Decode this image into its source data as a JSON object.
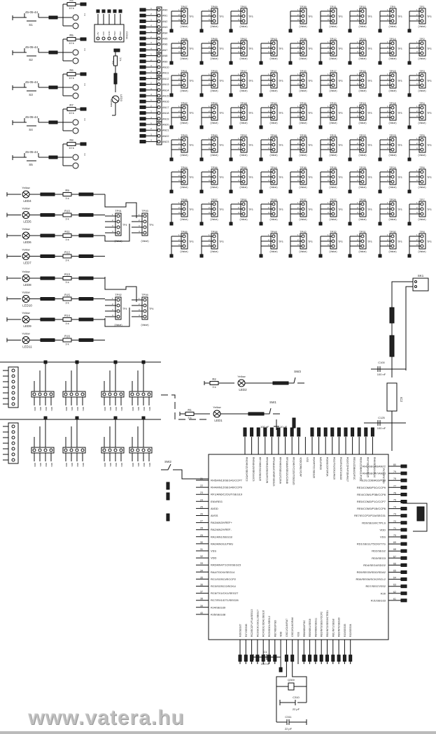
{
  "switches": [
    {
      "name": "S1",
      "part": "45-05-44",
      "res": "R4",
      "value": "10 k"
    },
    {
      "name": "S2",
      "part": "45-05-44",
      "res": "R5",
      "value": "10 k"
    },
    {
      "name": "S3",
      "part": "45-05-44",
      "res": "R6",
      "value": "10 k"
    },
    {
      "name": "S4",
      "part": "45-05-44",
      "res": "R7",
      "value": "10 k"
    },
    {
      "name": "S5",
      "part": "45-05-44",
      "res": "R8",
      "value": "10 k"
    }
  ],
  "con1": {
    "name": "CON1",
    "pins": [
      "+5V",
      "VCC",
      "GND",
      "PGD",
      "PGC"
    ]
  },
  "led3": {
    "name": "LED3",
    "color": "Green",
    "res": "R3",
    "value": "1 k"
  },
  "header": {
    "pins": [
      "AN0",
      "AN1",
      "AN2",
      "AN3",
      "AN4",
      "AN5",
      "AN6",
      "AN7",
      "AN8",
      "AN9",
      "AN10",
      "AN11",
      "AN12",
      "AN13",
      "AN14",
      "AN15",
      "AN16",
      "AN17",
      "AN18",
      "AN19",
      "AN20",
      "AN21",
      "AN22",
      "AN23"
    ]
  },
  "tp_grid": {
    "type": "TP3",
    "value": "(Value)",
    "rows": [
      [
        "TP67",
        "TP69",
        "TP61",
        "",
        "TP39",
        "TP11",
        "TP10",
        "TP9",
        "TP1"
      ],
      [
        "TP68",
        "TP65",
        "TP62",
        "TP43",
        "TP38",
        "TP12",
        "TP13",
        "TP14",
        "TP2"
      ],
      [
        "TP61",
        "TP53",
        "TP47",
        "TP41",
        "TP33",
        "TP17",
        "TP16",
        "TP15",
        "TP3"
      ],
      [
        "TP62",
        "TP54",
        "TP48",
        "TP40",
        "TP34",
        "TP20",
        "TP19",
        "TP18",
        "TP4"
      ],
      [
        "TP63",
        "TP60",
        "TP52",
        "TP46",
        "TP35",
        "TP21",
        "TP22",
        "TP23",
        "TP5"
      ],
      [
        "TP64",
        "TP56",
        "TP50",
        "TP44",
        "TP36",
        "TP26",
        "TP25",
        "TP24",
        "TP6"
      ],
      [
        "TP66",
        "TP57",
        "TP51",
        "TP45",
        "TP37",
        "TP27",
        "TP28",
        "TP29",
        "TP7"
      ],
      [
        "TP66",
        "TP58",
        "",
        "TP49",
        "TP42",
        "TP32",
        "TP31",
        "TP30",
        "TP8"
      ]
    ]
  },
  "leds": [
    {
      "name": "LED4",
      "color": "Yellow",
      "res": "R9",
      "value": "3 k"
    },
    {
      "name": "LED5",
      "color": "Yellow",
      "res": "R10",
      "value": "3 k"
    },
    {
      "name": "LED6",
      "color": "Yellow",
      "res": "R11",
      "value": "3 k"
    },
    {
      "name": "LED7",
      "color": "Yellow",
      "res": "R12",
      "value": "3 k"
    },
    {
      "name": "LED8",
      "color": "Yellow",
      "res": "R13",
      "value": "3 k"
    },
    {
      "name": "LED10",
      "color": "Yellow",
      "res": "R15",
      "value": "3 k"
    },
    {
      "name": "LED9",
      "color": "Yellow",
      "res": "R14",
      "value": "3 k"
    },
    {
      "name": "LED11",
      "color": "Yellow",
      "res": "R16",
      "value": "3 k"
    }
  ],
  "led_headers": [
    {
      "name": "TP91",
      "type": "TP4",
      "value": "(Value)"
    },
    {
      "name": "TP93",
      "type": "TP4",
      "value": "(Value)"
    },
    {
      "name": "TP92",
      "type": "TP4",
      "value": "(Value)"
    },
    {
      "name": "TP94",
      "type": "TP4",
      "value": "(Value)"
    }
  ],
  "status_leds": [
    {
      "name": "LED2",
      "color": "Yellow",
      "res": "R2",
      "value": "3 k",
      "switch": "SW3"
    },
    {
      "name": "LED1",
      "color": "Yellow",
      "res": "R1",
      "value": "3 k",
      "switch": "SW1"
    }
  ],
  "caps": {
    "c2": "100 nF",
    "c2b": "10 uF",
    "c1": "C1",
    "c1v": "100 nF",
    "c100": "C100",
    "c100v": "100 nF",
    "c125": "C125",
    "c125v": "100 nF",
    "c310": "C310",
    "c310v": "22 pF",
    "c311": "C311",
    "c311v": "22 pF",
    "q": "Q300"
  },
  "sw2": "SW2",
  "sk1": "SK1",
  "ic2": "IC2",
  "mcu": {
    "name": "PIC18F87J90",
    "left": [
      [
        "21",
        "RH5/AN13/SEG41/CCP7"
      ],
      [
        "22",
        "RH4/AN12/SEG40/CCP9"
      ],
      [
        "23",
        "RF1/AN6/C2OUT/SEG19"
      ],
      [
        "24",
        "ENVREG"
      ],
      [
        "25",
        "AVDD"
      ],
      [
        "26",
        "AVSS"
      ],
      [
        "27",
        "RA3/AN3/VREF+"
      ],
      [
        "28",
        "RA2/AN2/VREF-"
      ],
      [
        "29",
        "RA1/AN1/SEG18"
      ],
      [
        "30",
        "RA0/AN0/ULPWU"
      ],
      [
        "31",
        "VSS"
      ],
      [
        "32",
        "VDD"
      ],
      [
        "33",
        "RA5/AN4/T1CKI/SEG15"
      ],
      [
        "34",
        "RA4/T0CKI/SEG14"
      ],
      [
        "35",
        "RC1/SOSCI/ECCP2"
      ],
      [
        "36",
        "RC0/SOSCO/SCKLI"
      ],
      [
        "37",
        "RC6/TX1/CK1/SEG27"
      ],
      [
        "38",
        "RC7/RX1/DT1/SEG28"
      ],
      [
        "39",
        "RJ4/SEG39"
      ],
      [
        "40",
        "RJ5/SEG38"
      ]
    ],
    "right": [
      [
        "80",
        "RH1/SEG46/AN22"
      ],
      [
        "79",
        "RH0/SEG47/AN23"
      ],
      [
        "78",
        "RE2/LCDBIAS3/P2B"
      ],
      [
        "77",
        "RE3/COM0/P3C/CCP9"
      ],
      [
        "76",
        "RE4/COM1/P3B/CCP8"
      ],
      [
        "75",
        "RE5/COM2/P1C/CCP7"
      ],
      [
        "74",
        "RE6/COM3/P1B/CCP6"
      ],
      [
        "73",
        "RE7/ECCP2/P2A/SEG31"
      ],
      [
        "72",
        "RD0/SEG0/CTPLS"
      ],
      [
        "71",
        "VDD"
      ],
      [
        "70",
        "VSS"
      ],
      [
        "69",
        "RD1/SEG1/T5CKI/T7G"
      ],
      [
        "68",
        "RD2/SEG2"
      ],
      [
        "67",
        "RD3/SEG3"
      ],
      [
        "66",
        "RD4/SEG4/SDO2"
      ],
      [
        "65",
        "RD5/SEG5/SDI2/SDA2"
      ],
      [
        "64",
        "RD6/SEG6/SCK2/SCL2"
      ],
      [
        "63",
        "RD7/SEG7/SS2"
      ],
      [
        "62",
        "RJ0"
      ],
      [
        "61",
        "RJ1/SEG33"
      ]
    ],
    "top": [
      "RH2/AN21/SEG45/C3",
      "RH3/AN20/SEG44/C3",
      "RF7/AN5/SS1/SEG25",
      "RF6/AN11/SEG24/C1IN",
      "RF5/AN10/CVREF/SEG23",
      "RF4/AN9/SEG22/C2INA",
      "RF3/AN8/SEG21/C2INB",
      "RF2/AN7/C1OUT/SEG20",
      "VDDCORE/VCAP",
      "VSS",
      "RG4/RTCC/SEG26",
      "MCLR/RG5",
      "RG0/ECCP3/P3A",
      "RG1/TX2/CK2/AN19",
      "RG2/RX2/DT2/AN18",
      "RG3/CCP4/P3D/AN17",
      "RE1/LCDBIAS2/P2C",
      "RE0/LCDBIAS1/P2D",
      "RH7/SEG43/AN15",
      "RH6/SEG42/AN14"
    ],
    "bottom": [
      "RJ6/SEG37",
      "RJ7/SEG36",
      "RC2/ECCP1/P1A/SEG13",
      "RC3/SCK1/SCL1/SEG17",
      "RC4/SDI1/SDA1/SEG16",
      "RC5/SDO1/SEG12",
      "RB7/KBI3/PGD",
      "VDD",
      "OSC1/CLKI/RA7",
      "OSC2/CLKO/RA6",
      "VSS",
      "RB6/KBI2/PGC",
      "RB5/KBI1/SEG8",
      "RB4/KBI0/SEG11",
      "RB3/INT3/SEG7/CCP2",
      "RB2/INT2/SEG9/CTED1",
      "RB1/INT1/SEG8",
      "RB0/INT0/SEG30",
      "RJ3/SEG35",
      "RJ2/SEG34"
    ]
  },
  "watermark": "www.vatera.hu"
}
